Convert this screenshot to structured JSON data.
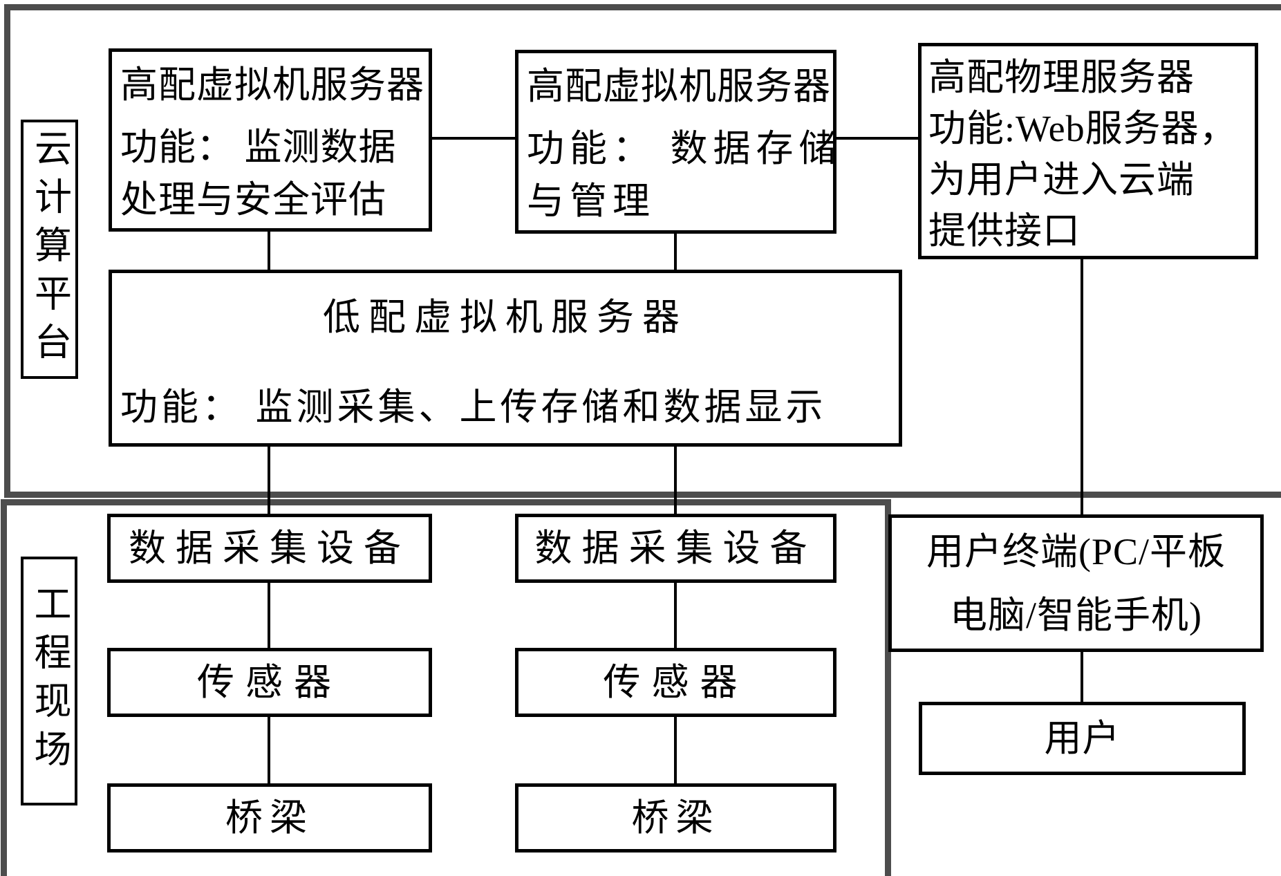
{
  "colors": {
    "background": "#ffffff",
    "outer_border": "#4d4d4d",
    "inner_border": "#000000",
    "text": "#000000"
  },
  "cloud": {
    "label": "云计算平台",
    "server1": {
      "l1": "高配虚拟机服务器",
      "l2": "功能： 监测数据",
      "l3": "处理与安全评估"
    },
    "server2": {
      "l1": "高配虚拟机服务器",
      "l2": "功能： 数据存储",
      "l3": "与管理"
    },
    "server3": {
      "l1": "高配物理服务器",
      "l2": "功能:Web服务器，",
      "l3": "为用户进入云端",
      "l4": "提供接口"
    },
    "low_server": {
      "title": "低配虚拟机服务器",
      "func": "功能： 监测采集、上传存储和数据显示"
    }
  },
  "site": {
    "label": "工程现场",
    "daq_left": "数据采集设备",
    "daq_right": "数据采集设备",
    "sensor_left": "传感器",
    "sensor_right": "传感器",
    "bridge_left": "桥梁",
    "bridge_right": "桥梁"
  },
  "terminal": {
    "line1": "用户终端(PC/平板",
    "line2": "电脑/智能手机)"
  },
  "user": {
    "label": "用户"
  }
}
